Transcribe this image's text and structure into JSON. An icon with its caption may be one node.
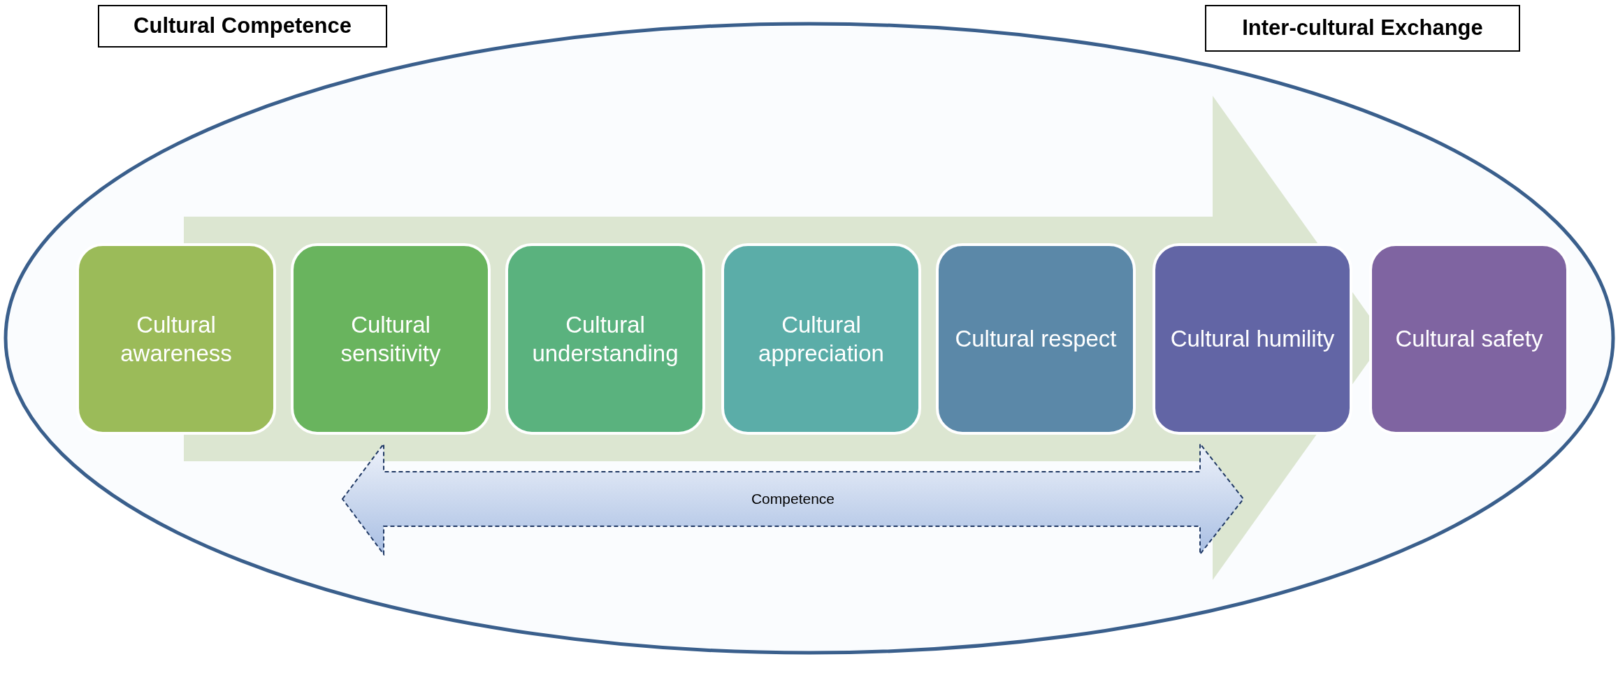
{
  "diagram": {
    "nodes": [
      {
        "text": [
          "Cultural Competence"
        ]
      },
      {
        "text": [
          "Inter-cultural Exchange"
        ]
      },
      {
        "text": [
          "Cultural awareness"
        ]
      },
      {
        "text": [
          "Cultural sensitivity"
        ]
      },
      {
        "text": [
          "Cultural understanding"
        ]
      },
      {
        "text": [
          "Cultural appreciation"
        ]
      },
      {
        "text": [
          "Cultural respect"
        ]
      },
      {
        "text": [
          "Cultural humility"
        ]
      },
      {
        "text": [
          "Cultural safety"
        ]
      },
      {
        "text": [
          "Competence"
        ]
      }
    ]
  }
}
